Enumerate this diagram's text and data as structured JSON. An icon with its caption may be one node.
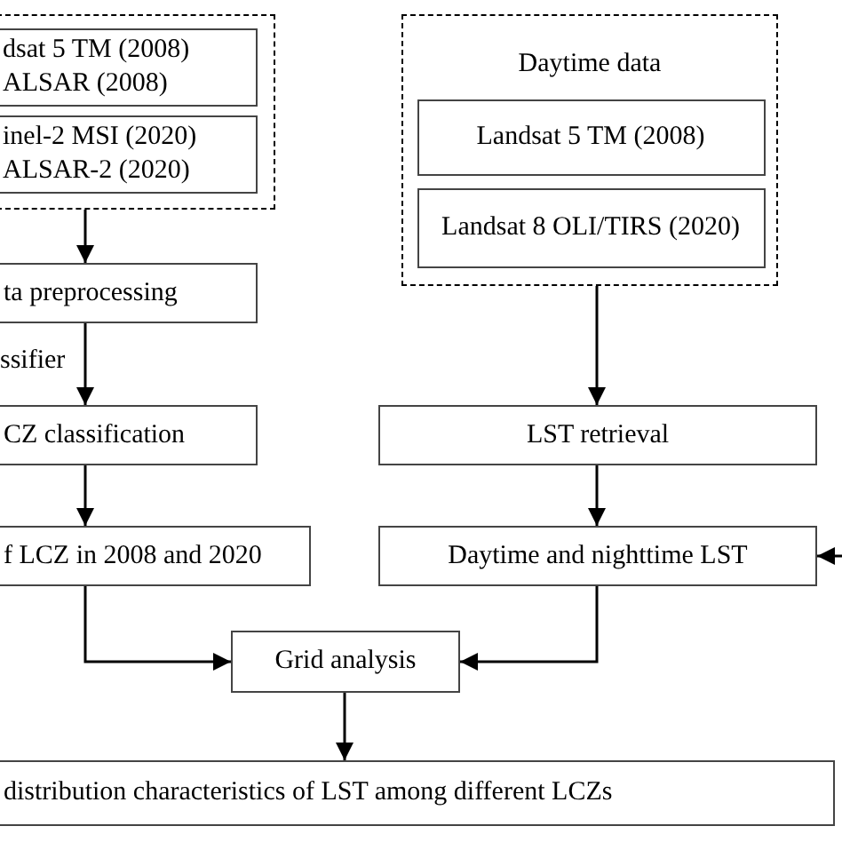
{
  "diagram": {
    "nodes": [
      {
        "text": [],
        "shape": "box"
      },
      {
        "text": [
          "dsat 5 TM (2008) ALSAR (2008)"
        ],
        "in": 0
      },
      {
        "text": [
          "inel-2 MSI (2020) ALSAR-2 (2020)"
        ],
        "in": 0
      },
      {
        "text": [
          "ta preprocessing"
        ]
      },
      {
        "text": [
          "CZ classification"
        ]
      },
      {
        "text": [
          "f LCZ in 2008 and 2020"
        ]
      },
      {
        "text": [
          "Daytime data"
        ]
      },
      {
        "text": [
          "Landsat 5 TM (2008)"
        ],
        "in": 6
      },
      {
        "text": [
          "Landsat 8 OLI/TIRS (2020)"
        ],
        "in": 6
      },
      {
        "text": [
          "LST retrieval"
        ]
      },
      {
        "text": [
          "Daytime and nighttime LST"
        ]
      },
      {
        "text": [
          "Grid analysis"
        ]
      },
      {
        "text": [
          "distribution characteristics of LST among different LCZs"
        ]
      }
    ],
    "edges": [
      {
        "from": 0,
        "to": 3,
        "arrow": "to"
      },
      {
        "from": 3,
        "to": 4,
        "arrow": "to",
        "label": "ssifier"
      },
      {
        "from": 4,
        "to": 5,
        "arrow": "to"
      },
      {
        "from": 6,
        "to": 9,
        "arrow": "to"
      },
      {
        "from": 9,
        "to": 10,
        "arrow": "to"
      },
      {
        "from": null,
        "to": 10,
        "arrow": "to"
      },
      {
        "from": 5,
        "to": 11,
        "arrow": "to"
      },
      {
        "from": 10,
        "to": 11,
        "arrow": "to"
      },
      {
        "from": 11,
        "to": 12,
        "arrow": "to"
      }
    ]
  }
}
